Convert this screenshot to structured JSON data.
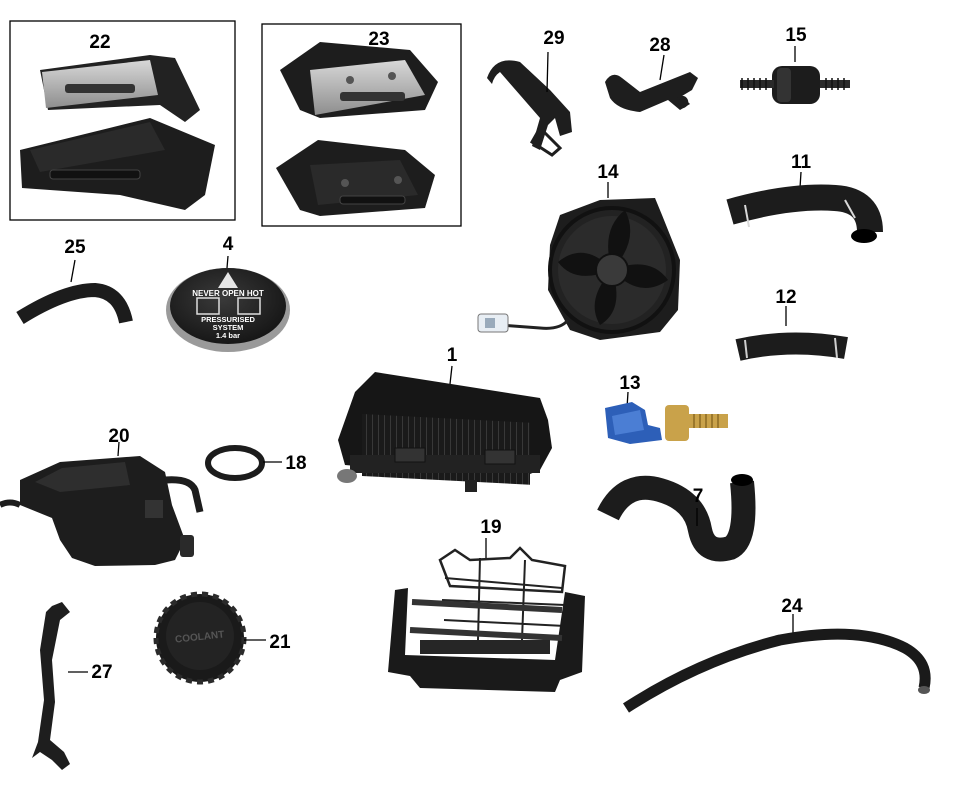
{
  "labels": {
    "p1": "1",
    "p4": "4",
    "p7": "7",
    "p11": "11",
    "p12": "12",
    "p13": "13",
    "p14": "14",
    "p15": "15",
    "p18": "18",
    "p19": "19",
    "p20": "20",
    "p21": "21",
    "p22": "22",
    "p23": "23",
    "p24": "24",
    "p25": "25",
    "p27": "27",
    "p28": "28",
    "p29": "29"
  },
  "cap_text": {
    "line1": "NEVER OPEN HOT",
    "line2": "PRESSURISED",
    "line3": "SYSTEM",
    "line4": "1.4 bar"
  },
  "tank_cap_text": "COOLANT",
  "colors": {
    "part": "#1c1c1c",
    "part_edge": "#3a3a3a",
    "metal": "#a9a9a9",
    "sensor_blue": "#2d5fb8",
    "brass": "#c9a24a",
    "frame": "#000000"
  }
}
